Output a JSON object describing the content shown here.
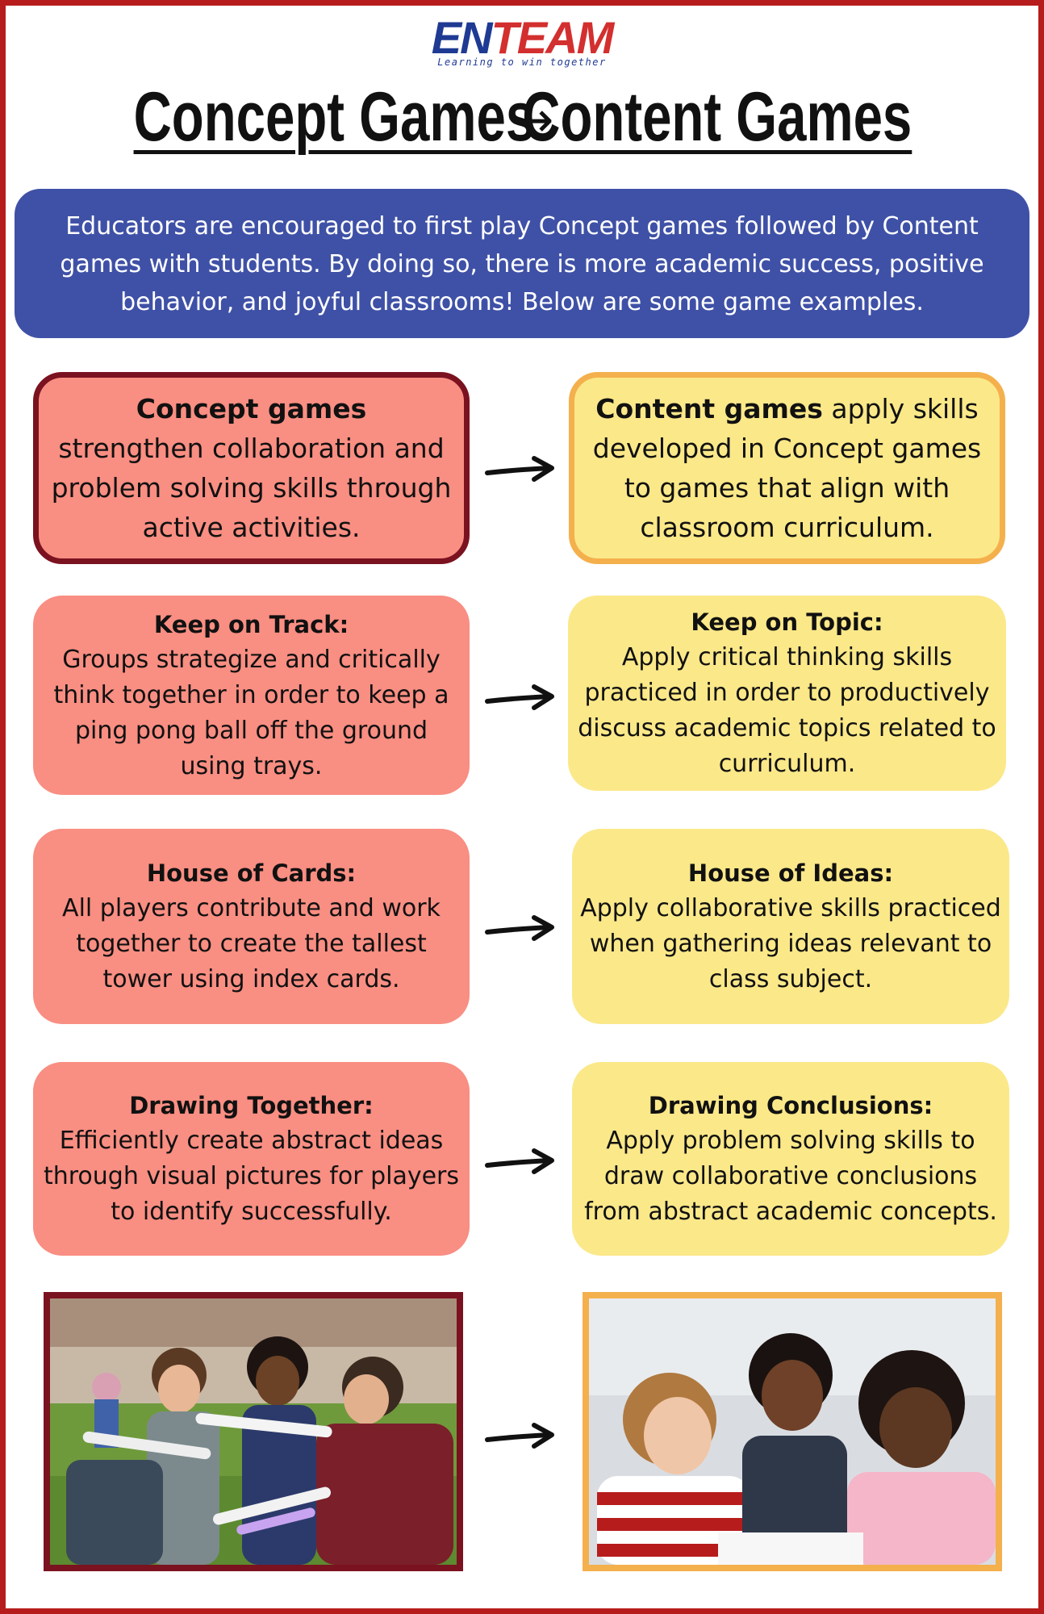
{
  "logo": {
    "en": "EN",
    "team": "TEAM",
    "tagline": "Learning to win together"
  },
  "title": {
    "left": "Concept Games",
    "right": "Content Games"
  },
  "intro": "Educators are encouraged to first play Concept games followed by Content games with students. By doing so, there is more academic success, positive behavior, and joyful classrooms! Below are some game examples.",
  "concept_header": {
    "bold": "Concept games",
    "rest": "strengthen collaboration and problem solving skills through active activities."
  },
  "content_header": {
    "bold": "Content games",
    "rest": "apply skills developed in Concept games to games that align with classroom curriculum."
  },
  "pairs": [
    {
      "concept": {
        "title": "Keep on Track:",
        "desc": "Groups strategize and critically think together in order to keep a ping pong ball off the ground using trays."
      },
      "content": {
        "title": "Keep on Topic:",
        "desc": "Apply critical thinking skills practiced in order to productively discuss academic topics related to curriculum."
      }
    },
    {
      "concept": {
        "title": "House of Cards:",
        "desc": "All players contribute and work together to create the tallest tower using index cards."
      },
      "content": {
        "title": "House of Ideas:",
        "desc": "Apply collaborative skills practiced when gathering ideas relevant to class subject."
      }
    },
    {
      "concept": {
        "title": "Drawing Together:",
        "desc": "Efficiently create abstract ideas through visual pictures for players to identify successfully."
      },
      "content": {
        "title": "Drawing Conclusions:",
        "desc": "Apply problem solving skills to draw collaborative conclusions from abstract academic concepts."
      }
    }
  ],
  "icons": {
    "arrow": "arrow-right-icon"
  },
  "colors": {
    "frame": "#b71c1c",
    "intro_bg": "#3f51a6",
    "concept_bg": "#f98e82",
    "concept_border": "#7b1220",
    "content_bg": "#fbe889",
    "content_border": "#f4b04c"
  }
}
